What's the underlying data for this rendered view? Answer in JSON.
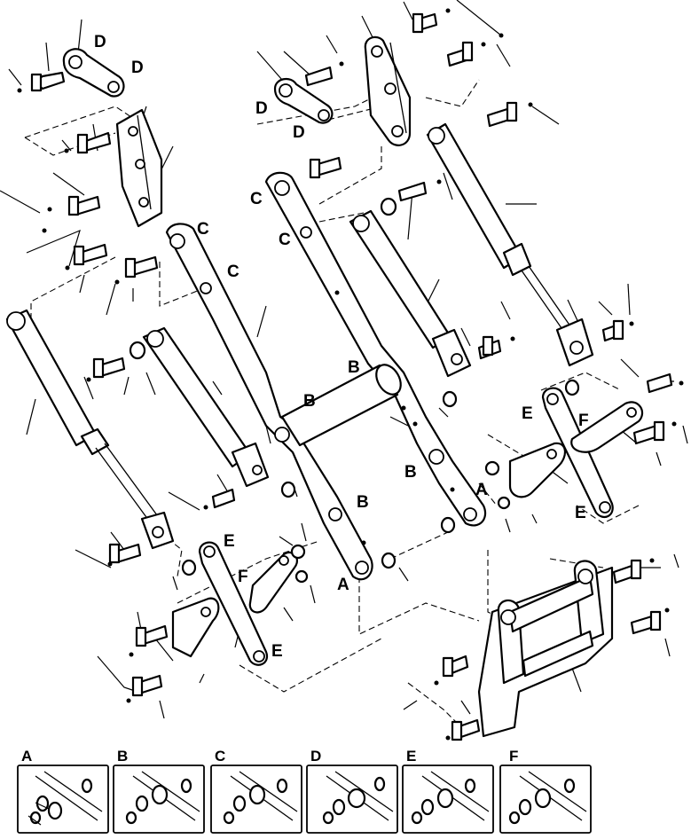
{
  "labels": {
    "a": "A",
    "b": "B",
    "c": "C",
    "d": "D",
    "e": "E",
    "f": "F"
  },
  "detail_boxes": [
    {
      "label": "A"
    },
    {
      "label": "B"
    },
    {
      "label": "C"
    },
    {
      "label": "D"
    },
    {
      "label": "E"
    },
    {
      "label": "F"
    }
  ]
}
